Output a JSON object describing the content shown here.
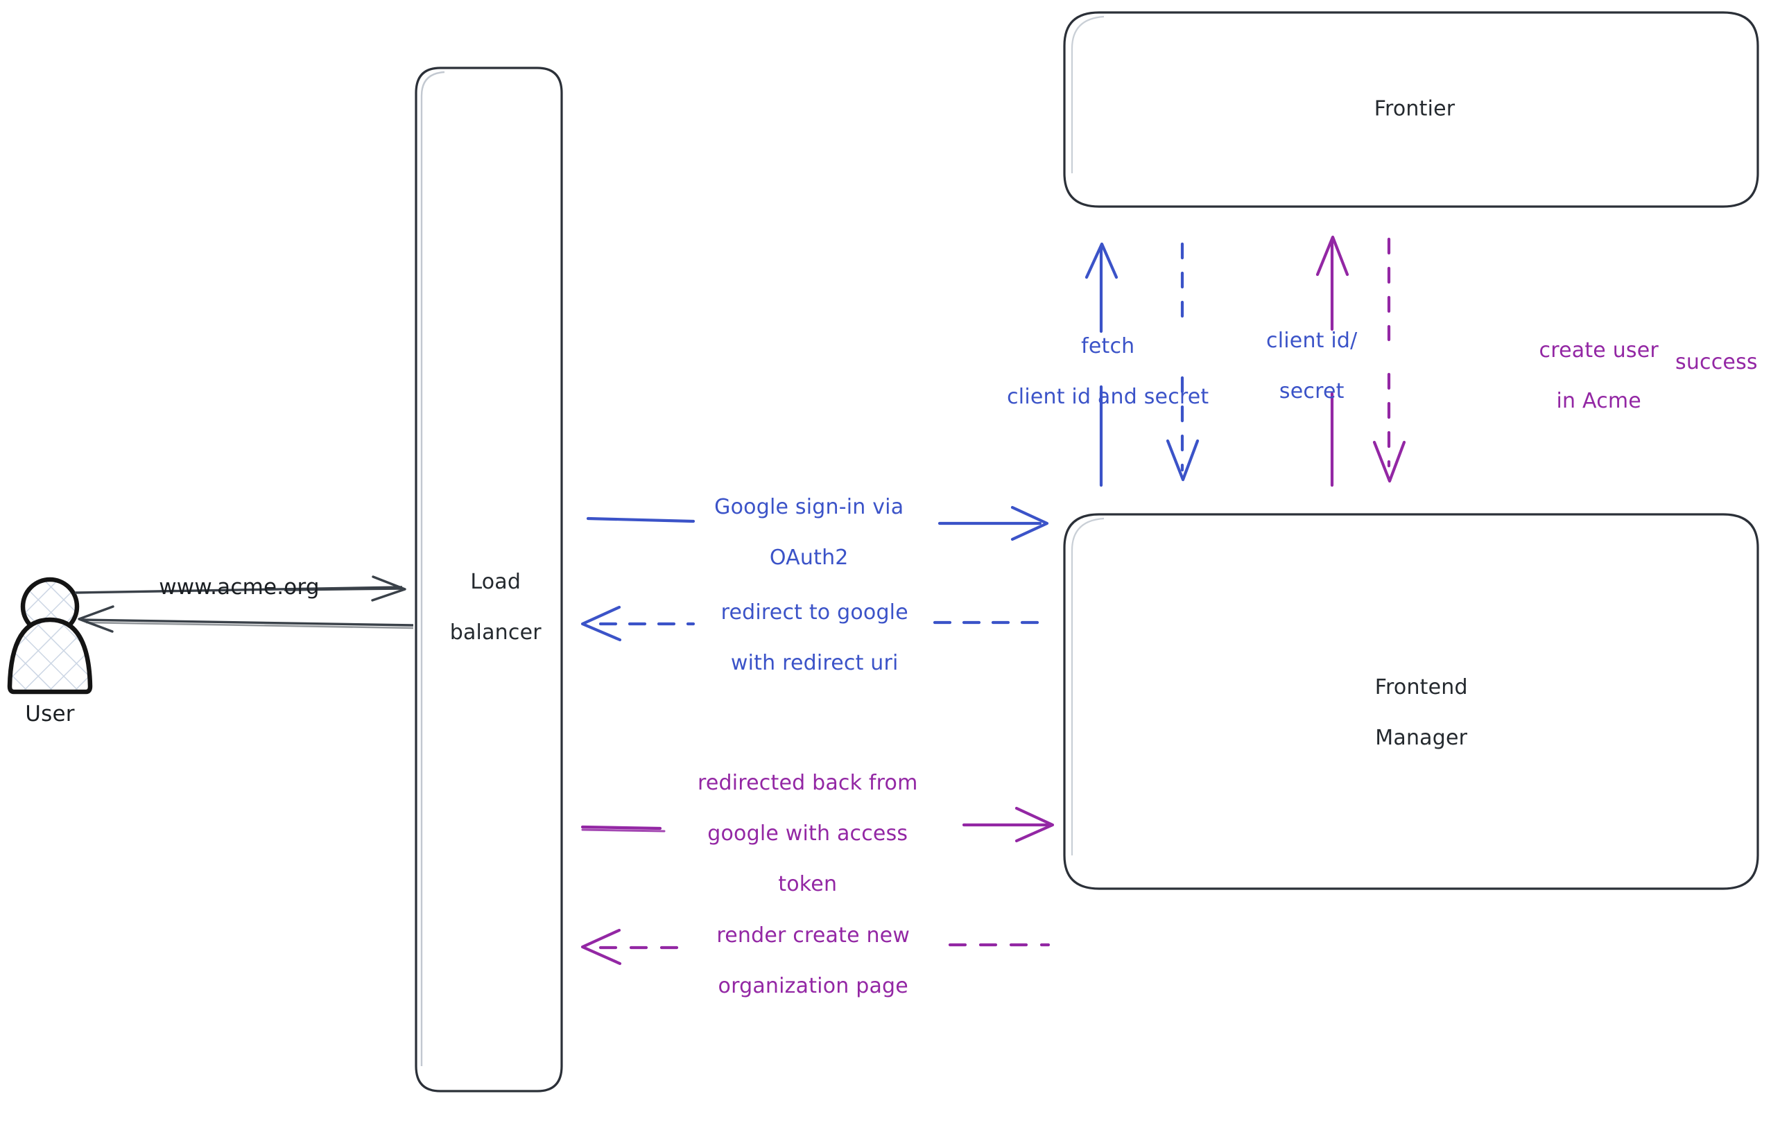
{
  "diagram": {
    "title": "Google OAuth2 sign-in sequence",
    "type": "architecture-sequence-diagram",
    "background": "#ffffff",
    "colors": {
      "node_stroke": "#2b3038",
      "actor_stroke": "#141414",
      "actor_fill_hatch": "#ccd6e4",
      "blue_edge": "#3b53c8",
      "purple_edge": "#9327a4",
      "gray_edge": "#3a4149"
    }
  },
  "actors": [
    {
      "id": "user",
      "label": "User",
      "shape": "person-icon",
      "fill": "crosshatch"
    }
  ],
  "nodes": [
    {
      "id": "load-balancer",
      "label": "Load\nbalancer",
      "line1": "Load",
      "line2": "balancer",
      "shape": "rounded-rect-tall"
    },
    {
      "id": "frontier",
      "label": "Frontier",
      "shape": "rounded-rect"
    },
    {
      "id": "frontend-manager",
      "label": "Frontend\nManager",
      "line1": "Frontend",
      "line2": "Manager",
      "shape": "rounded-rect"
    }
  ],
  "edges": [
    {
      "id": "user-to-lb",
      "label": "www.acme.org",
      "from": "user",
      "to": "load-balancer",
      "color": "gray",
      "style": "solid",
      "direction": "right"
    },
    {
      "id": "lb-to-user",
      "label": "",
      "from": "load-balancer",
      "to": "user",
      "color": "gray",
      "style": "solid",
      "direction": "left"
    },
    {
      "id": "lb-to-fm-signin",
      "label": "Google sign-in via\nOAuth2",
      "line1": "Google sign-in via",
      "line2": "OAuth2",
      "from": "load-balancer",
      "to": "frontend-manager",
      "color": "blue",
      "style": "solid",
      "direction": "right"
    },
    {
      "id": "fm-to-lb-redirect",
      "label": "redirect to google\nwith redirect uri",
      "line1": "redirect to google",
      "line2": "with redirect uri",
      "from": "frontend-manager",
      "to": "load-balancer",
      "color": "blue",
      "style": "dashed",
      "direction": "left"
    },
    {
      "id": "fm-to-frontier-fetch",
      "label": "fetch\nclient id and secret",
      "line1": "fetch",
      "line2": "client id and secret",
      "from": "frontend-manager",
      "to": "frontier",
      "color": "blue",
      "style": "solid",
      "direction": "up"
    },
    {
      "id": "frontier-to-fm-creds",
      "label": "client id/\nsecret",
      "line1": "client id/",
      "line2": "secret",
      "from": "frontier",
      "to": "frontend-manager",
      "color": "blue",
      "style": "dashed",
      "direction": "down"
    },
    {
      "id": "fm-to-frontier-create-user",
      "label": "create user\nin Acme",
      "line1": "create user",
      "line2": "in Acme",
      "from": "frontend-manager",
      "to": "frontier",
      "color": "purple",
      "style": "solid",
      "direction": "up"
    },
    {
      "id": "frontier-to-fm-success",
      "label": "success",
      "line1": "success",
      "line2": "",
      "from": "frontier",
      "to": "frontend-manager",
      "color": "purple",
      "style": "dashed",
      "direction": "down"
    },
    {
      "id": "lb-to-fm-token",
      "label": "redirected back from\ngoogle with access\ntoken",
      "line1": "redirected back from",
      "line2": "google with access",
      "line3": "token",
      "from": "load-balancer",
      "to": "frontend-manager",
      "color": "purple",
      "style": "solid",
      "direction": "right"
    },
    {
      "id": "fm-to-lb-render",
      "label": "render create new\norganization page",
      "line1": "render create new",
      "line2": "organization page",
      "from": "frontend-manager",
      "to": "load-balancer",
      "color": "purple",
      "style": "dashed",
      "direction": "left"
    }
  ]
}
